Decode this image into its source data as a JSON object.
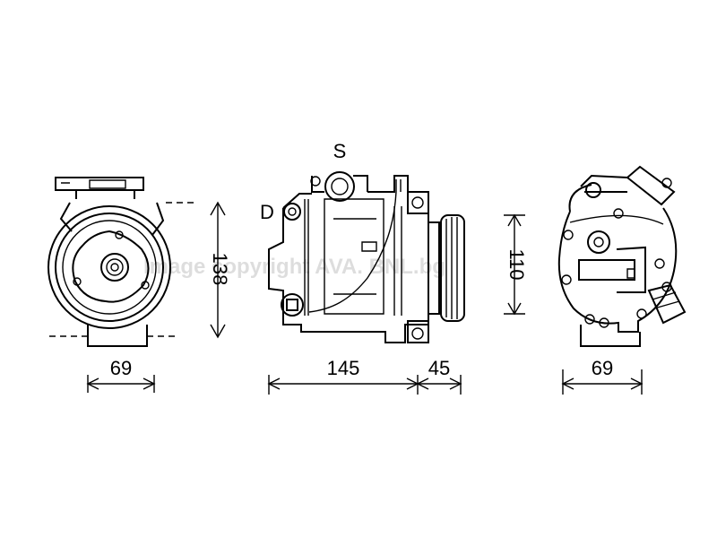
{
  "labels": {
    "suction": "S",
    "discharge": "D"
  },
  "dimensions": {
    "front_width": "69",
    "front_height": "138",
    "side_body_length": "145",
    "side_pulley_length": "45",
    "side_height": "110",
    "rear_width": "69"
  },
  "watermark": "Image copyright AVA. BNL.bg"
}
